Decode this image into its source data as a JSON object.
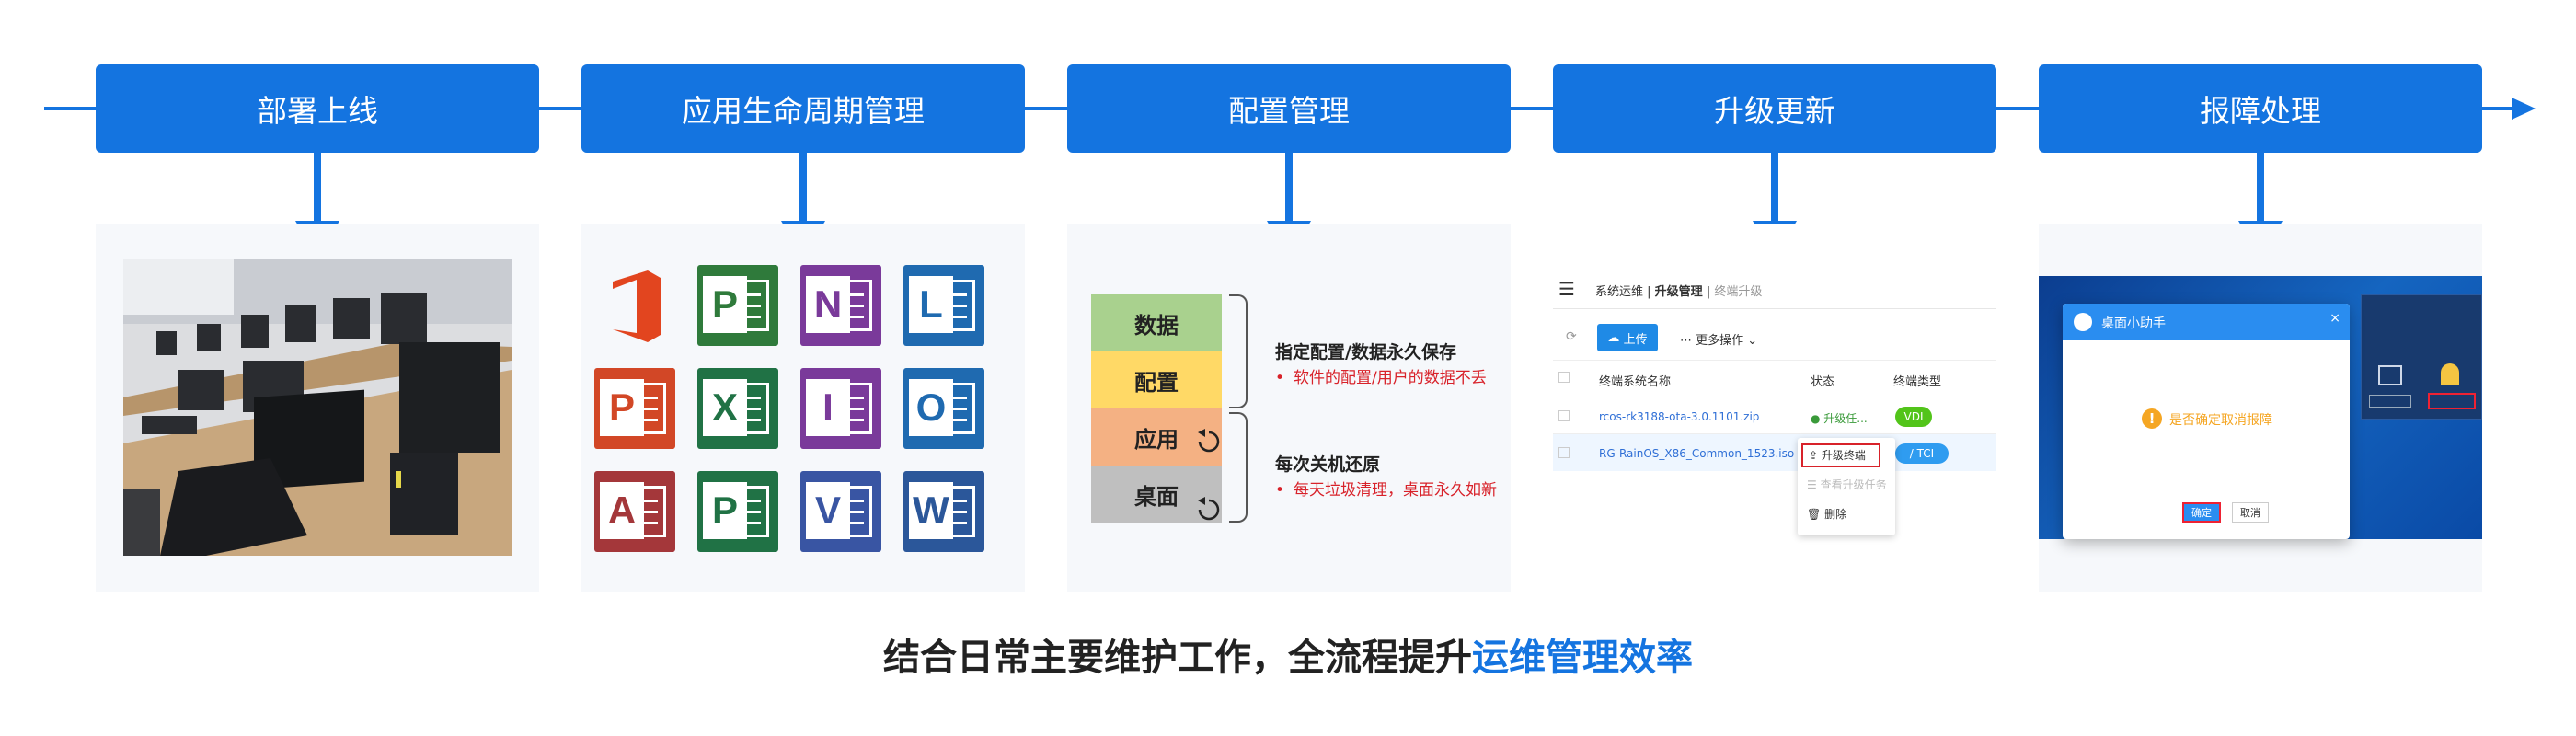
{
  "stages": [
    {
      "label": "部署上线"
    },
    {
      "label": "应用生命周期管理"
    },
    {
      "label": "配置管理"
    },
    {
      "label": "升级更新"
    },
    {
      "label": "报障处理"
    }
  ],
  "colors": {
    "accent": "#1474e0",
    "warning": "#d8222a"
  },
  "office_icons": [
    {
      "letter": "",
      "name": "office-icon",
      "color": "#e2451f"
    },
    {
      "letter": "P",
      "name": "project-icon",
      "color": "#2f7a3b"
    },
    {
      "letter": "N",
      "name": "onenote-icon",
      "color": "#7a3a9a"
    },
    {
      "letter": "L",
      "name": "lync-icon",
      "color": "#1f6ab0"
    },
    {
      "letter": "P",
      "name": "powerpoint-icon",
      "color": "#d24726"
    },
    {
      "letter": "X",
      "name": "excel-icon",
      "color": "#207245"
    },
    {
      "letter": "I",
      "name": "infopath-icon",
      "color": "#7a3a9a"
    },
    {
      "letter": "O",
      "name": "outlook-icon",
      "color": "#1f6ab0"
    },
    {
      "letter": "A",
      "name": "access-icon",
      "color": "#a4373a"
    },
    {
      "letter": "P",
      "name": "publisher-icon",
      "color": "#207245"
    },
    {
      "letter": "V",
      "name": "visio-icon",
      "color": "#3955a3"
    },
    {
      "letter": "W",
      "name": "word-icon",
      "color": "#2b579a"
    }
  ],
  "config": {
    "layers": [
      {
        "label": "数据",
        "color": "#a9d18e"
      },
      {
        "label": "配置",
        "color": "#ffd966"
      },
      {
        "label": "应用",
        "color": "#f4b183"
      },
      {
        "label": "桌面",
        "color": "#bfbfbf"
      }
    ],
    "persist_title": "指定配置/数据永久保存",
    "persist_note": "软件的配置/用户的数据不丢",
    "restore_title": "每次关机还原",
    "restore_note": "每天垃圾清理，桌面永久如新",
    "bullet": "•"
  },
  "upgrade_ui": {
    "breadcrumb": [
      "系统运维",
      "升级管理",
      "终端升级"
    ],
    "upload_label": "上传",
    "more_label": "更多操作",
    "col_name": "终端系统名称",
    "col_status": "状态",
    "col_type": "终端类型",
    "rows": [
      {
        "name": "rcos-rk3188-ota-3.0.1101.zip",
        "status": "升级任...",
        "type": "VDI"
      },
      {
        "name": "RG-RainOS_X86_Common_1523.iso",
        "status": "",
        "type": "/ TCI"
      }
    ],
    "menu": [
      "升级终端",
      "查看升级任务",
      "删除"
    ]
  },
  "helper": {
    "title": "桌面小助手",
    "question": "是否确定取消报障",
    "confirm": "确定",
    "cancel": "取消"
  },
  "footer": {
    "prefix": "结合日常主要维护工作，全流程提升",
    "highlight": "运维管理效率"
  }
}
